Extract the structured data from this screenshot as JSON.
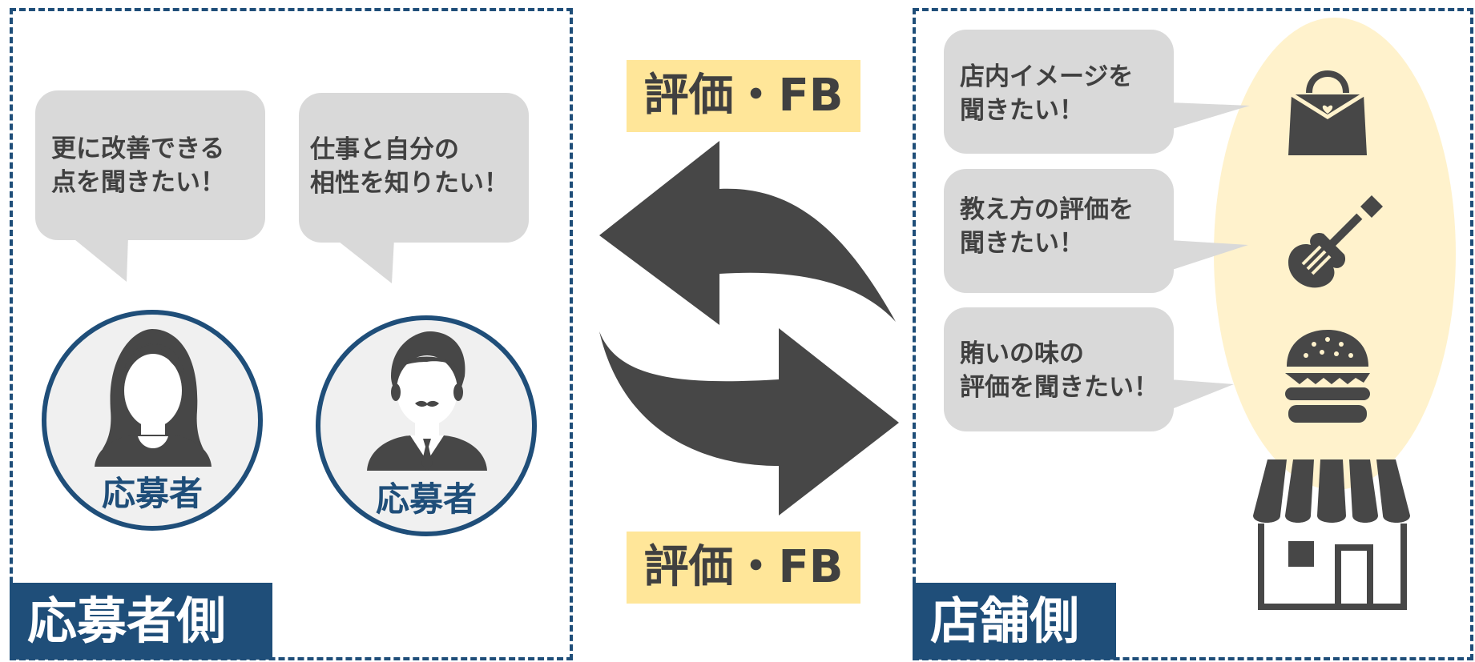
{
  "applicant_side": {
    "label": "応募者側",
    "bubbles": [
      {
        "line1": "更に改善できる",
        "line2": "点を聞きたい！"
      },
      {
        "line1": "仕事と自分の",
        "line2": "相性を知りたい！"
      }
    ],
    "avatars": [
      {
        "label": "応募者",
        "icon": "woman-avatar-icon"
      },
      {
        "label": "応募者",
        "icon": "man-avatar-icon"
      }
    ]
  },
  "center": {
    "top_label": "評価・FB",
    "bottom_label": "評価・FB",
    "arrow_icons": [
      "arrow-left-icon",
      "arrow-right-icon"
    ]
  },
  "store_side": {
    "label": "店舗側",
    "bubbles": [
      {
        "line1": "店内イメージを",
        "line2": "聞きたい！",
        "icon": "handbag-icon"
      },
      {
        "line1": "教え方の評価を",
        "line2": "聞きたい！",
        "icon": "guitar-icon"
      },
      {
        "line1": "賄いの味の",
        "line2": "評価を聞きたい！",
        "icon": "burger-icon"
      }
    ],
    "store_icon": "storefront-icon"
  },
  "colors": {
    "navy": "#1f4e79",
    "bubble_gray": "#d9d9d9",
    "label_yellow": "#ffe699",
    "spotlight": "#fff2cc",
    "icon_dark": "#474747"
  }
}
